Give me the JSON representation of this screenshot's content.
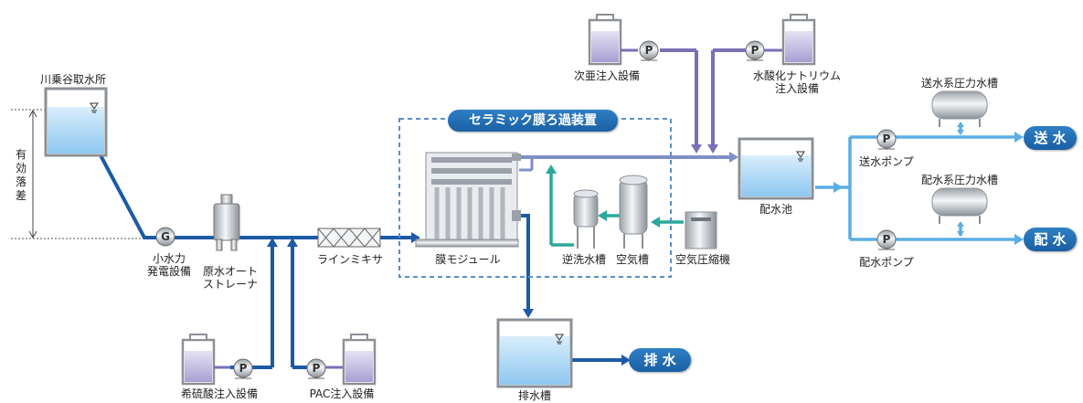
{
  "labels": {
    "intake": "川乗谷取水所",
    "head": "有効落差",
    "hydro_1": "小水力",
    "hydro_2": "発電設備",
    "strainer_1": "原水オート",
    "strainer_2": "ストレーナ",
    "mixer": "ラインミキサ",
    "acid": "希硫酸注入設備",
    "pac": "PAC注入設備",
    "system_title": "セラミック膜ろ過装置",
    "membrane": "膜モジュール",
    "backwash": "逆洗水槽",
    "air_tank": "空気槽",
    "compressor": "空気圧縮機",
    "hypochlorite": "次亜注入設備",
    "naoh_1": "水酸化ナトリウム",
    "naoh_2": "注入設備",
    "reservoir": "配水池",
    "drain_tank": "排水槽",
    "drain": "排 水",
    "send_tank": "送水系圧力水槽",
    "dist_tank": "配水系圧力水槽",
    "send_pump": "送水ポンプ",
    "dist_pump": "配水ポンプ",
    "send": "送 水",
    "distribute": "配 水"
  },
  "symbols": {
    "generator": "G",
    "pump": "P"
  },
  "colors": {
    "main_line": "#1b5aa6",
    "purple_line": "#7a70b6",
    "teal_line": "#2aa89a",
    "light_line": "#5aaee6",
    "water": "#b8dcf6",
    "pill": "#1f66aa"
  }
}
